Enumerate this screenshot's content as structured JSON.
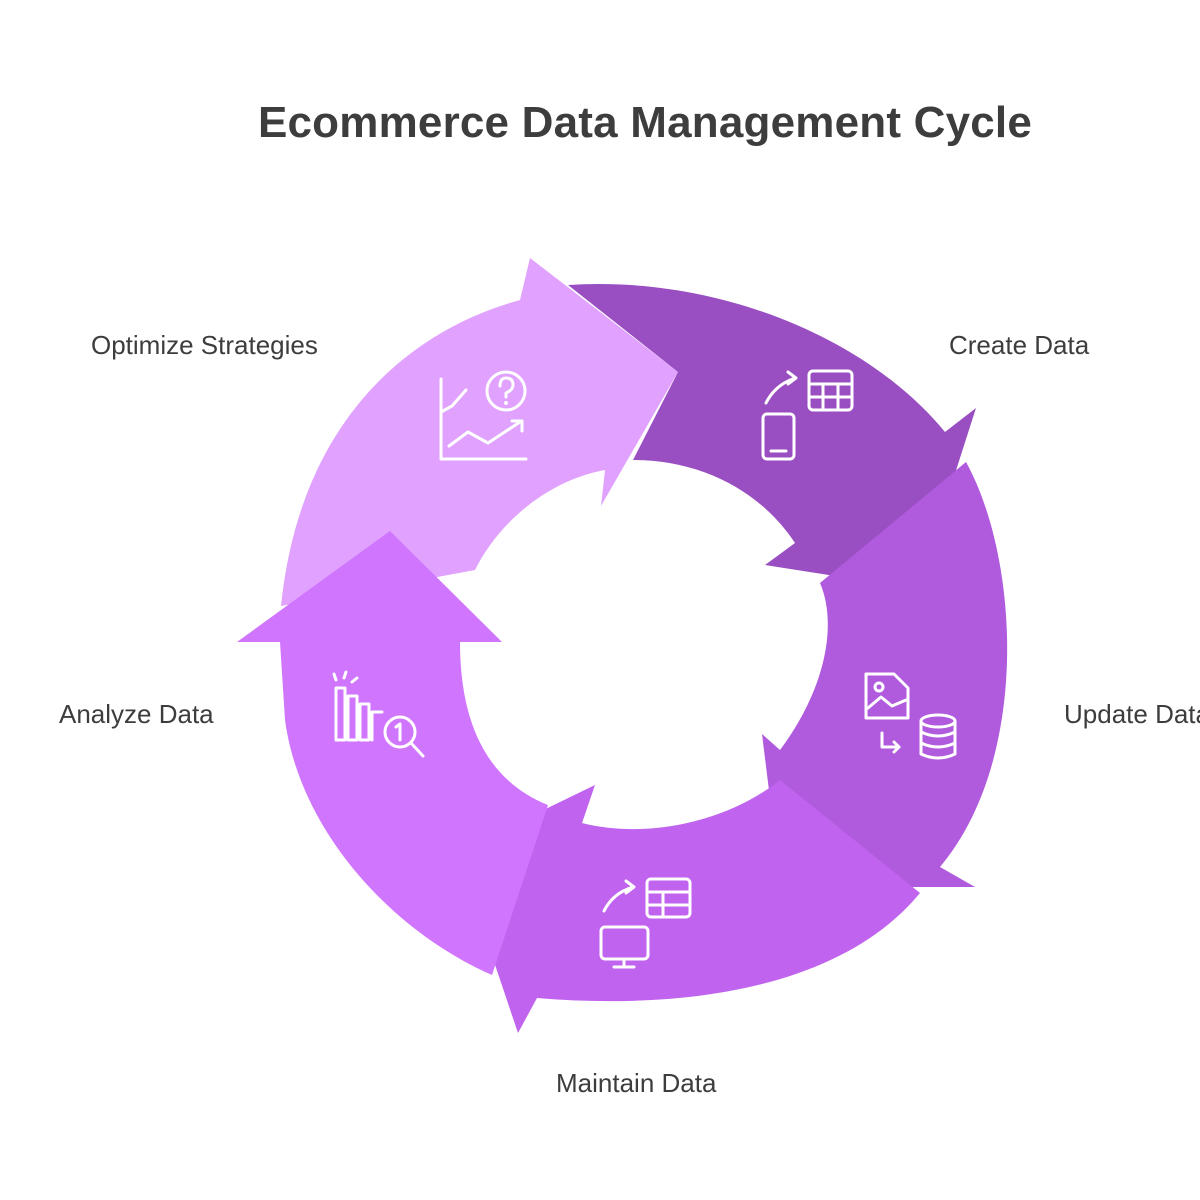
{
  "title": "Ecommerce Data Management Cycle",
  "stages": [
    {
      "label": "Create Data",
      "color": "#994fc1",
      "icon": "phone-sync-table-icon"
    },
    {
      "label": "Update Data",
      "color": "#b05add",
      "icon": "image-to-database-icon"
    },
    {
      "label": "Maintain Data",
      "color": "#c063ee",
      "icon": "monitor-sync-table-icon"
    },
    {
      "label": "Analyze Data",
      "color": "#d075fe",
      "icon": "bar-chart-search-icon"
    },
    {
      "label": "Optimize Strategies",
      "color": "#e0a2fe",
      "icon": "trend-question-icon"
    }
  ]
}
